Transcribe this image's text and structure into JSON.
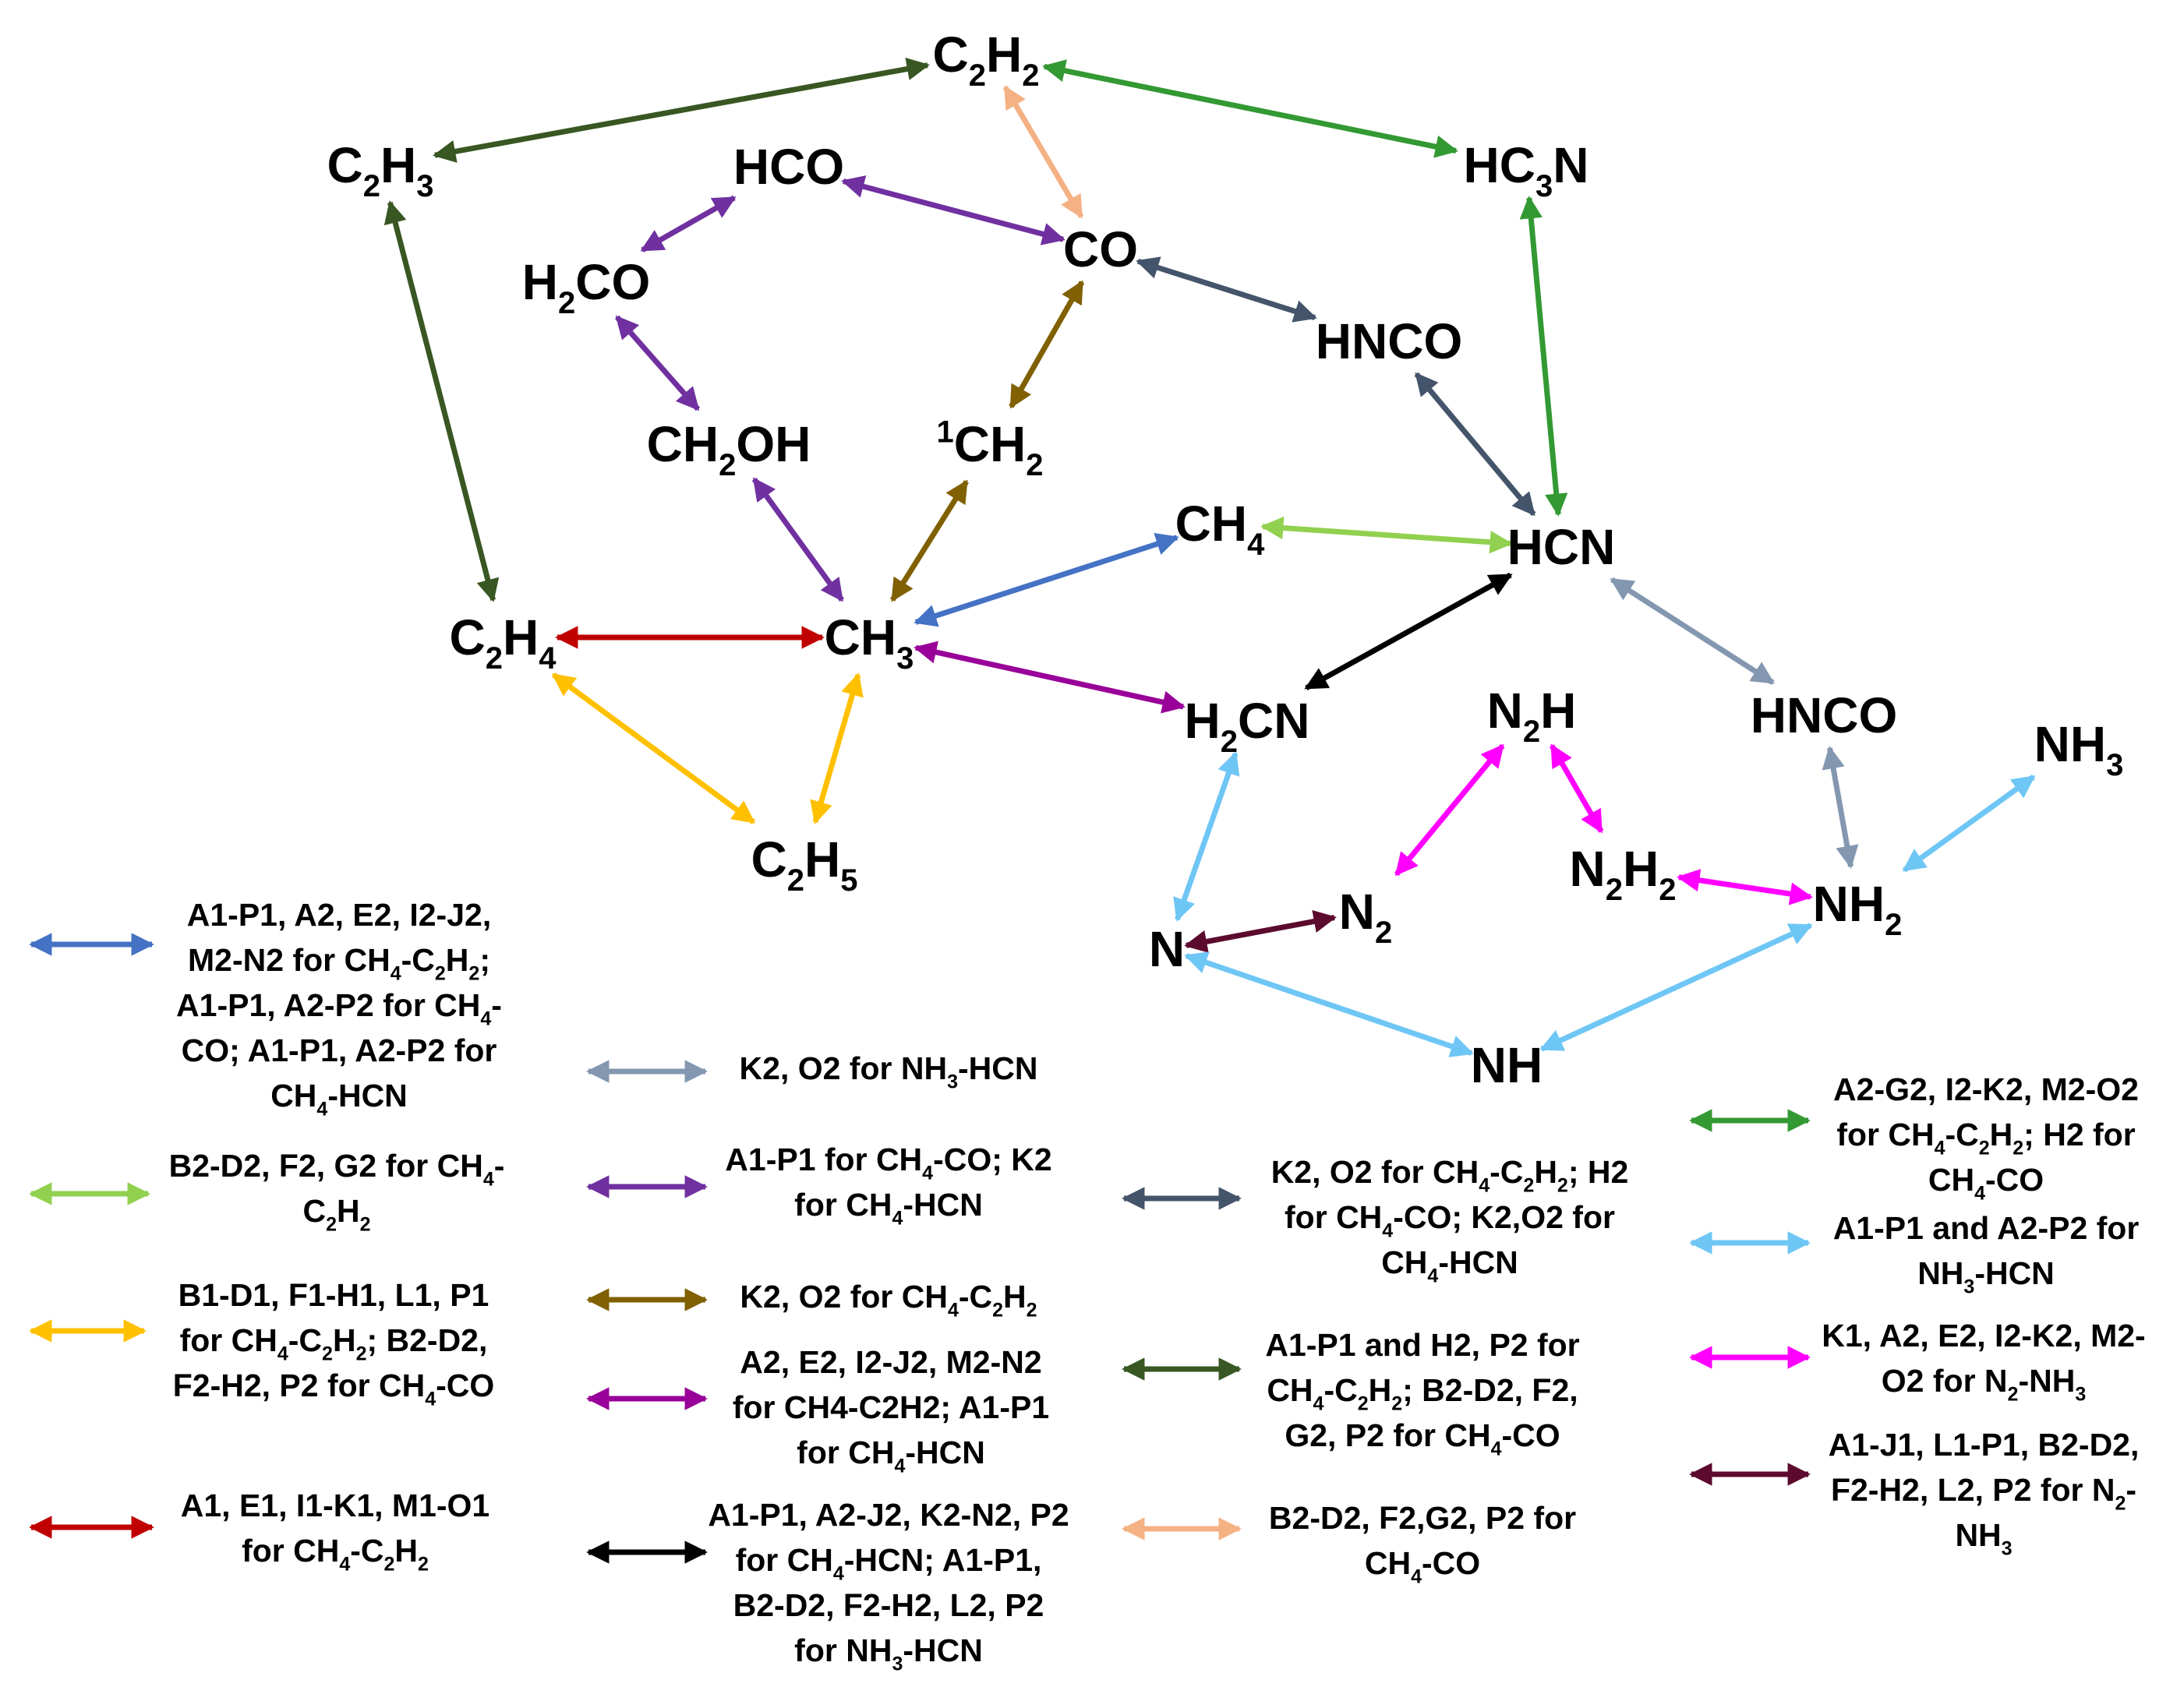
{
  "nodes": {
    "C2H2": "C<sub>2</sub>H<sub>2</sub>",
    "C2H3": "C<sub>2</sub>H<sub>3</sub>",
    "HCO": "HCO",
    "HC3N": "HC<sub>3</sub>N",
    "CO": "CO",
    "H2CO": "H<sub>2</sub>CO",
    "HNCO_top": "HNCO",
    "CH2OH": "CH<sub>2</sub>OH",
    "CH2_singlet": "<sup>1</sup>CH<sub>2</sub>",
    "CH4": "CH<sub>4</sub>",
    "HCN": "HCN",
    "C2H4": "C<sub>2</sub>H<sub>4</sub>",
    "CH3": "CH<sub>3</sub>",
    "H2CN": "H<sub>2</sub>CN",
    "N2H": "N<sub>2</sub>H",
    "HNCO_bottom": "HNCO",
    "NH3": "NH<sub>3</sub>",
    "C2H5": "C<sub>2</sub>H<sub>5</sub>",
    "N2H2": "N<sub>2</sub>H<sub>2</sub>",
    "N2": "N<sub>2</sub>",
    "NH2": "NH<sub>2</sub>",
    "N": "N",
    "NH": "NH"
  },
  "colors": {
    "blue": "#4472c4",
    "lightgreen": "#92d050",
    "yellow": "#ffc000",
    "red": "#c00000",
    "grayblue": "#8497b0",
    "purple": "#7030a0",
    "brown": "#806000",
    "magenta_purple": "#990099",
    "black": "#000000",
    "slate": "#44546a",
    "darkgreen": "#385723",
    "peach": "#f4b183",
    "green": "#339933",
    "skyblue": "#6ec6f5",
    "magenta": "#ff00ff",
    "maroon": "#5c0a2e"
  },
  "legend": [
    {
      "color": "blue",
      "lines": [
        "A1-P1, A2, E2, I2-J2,",
        "M2-N2 for CH<sub>4</sub>-C<sub>2</sub>H<sub>2</sub>;",
        "A1-P1, A2-P2 for CH<sub>4</sub>-",
        "CO; A1-P1, A2-P2 for",
        "CH<sub>4</sub>-HCN"
      ]
    },
    {
      "color": "lightgreen",
      "lines": [
        "B2-D2, F2, G2 for CH<sub>4</sub>-",
        "C<sub>2</sub>H<sub>2</sub>"
      ]
    },
    {
      "color": "yellow",
      "lines": [
        "B1-D1, F1-H1, L1, P1",
        "for CH<sub>4</sub>-C<sub>2</sub>H<sub>2</sub>; B2-D2,",
        "F2-H2, P2 for CH<sub>4</sub>-CO"
      ]
    },
    {
      "color": "red",
      "lines": [
        "A1, E1, I1-K1, M1-O1",
        "for CH<sub>4</sub>-C<sub>2</sub>H<sub>2</sub>"
      ]
    },
    {
      "color": "grayblue",
      "lines": [
        "K2, O2 for NH<sub>3</sub>-HCN"
      ]
    },
    {
      "color": "purple",
      "lines": [
        "A1-P1 for CH<sub>4</sub>-CO; K2",
        "for CH<sub>4</sub>-HCN"
      ]
    },
    {
      "color": "brown",
      "lines": [
        "K2, O2 for CH<sub>4</sub>-C<sub>2</sub>H<sub>2</sub>"
      ]
    },
    {
      "color": "magenta_purple",
      "lines": [
        "A2, E2, I2-J2, M2-N2",
        "for CH4-C2H2; A1-P1",
        "for CH<sub>4</sub>-HCN"
      ]
    },
    {
      "color": "black",
      "lines": [
        "A1-P1, A2-J2, K2-N2, P2",
        "for CH<sub>4</sub>-HCN; A1-P1,",
        "B2-D2, F2-H2, L2, P2",
        "for NH<sub>3</sub>-HCN"
      ]
    },
    {
      "color": "slate",
      "lines": [
        "K2, O2 for CH<sub>4</sub>-C<sub>2</sub>H<sub>2</sub>; H2",
        "for CH<sub>4</sub>-CO; K2,O2 for",
        "CH<sub>4</sub>-HCN"
      ]
    },
    {
      "color": "darkgreen",
      "lines": [
        "A1-P1 and H2, P2 for",
        "CH<sub>4</sub>-C<sub>2</sub>H<sub>2</sub>; B2-D2, F2,",
        "G2, P2 for CH<sub>4</sub>-CO"
      ]
    },
    {
      "color": "peach",
      "lines": [
        "B2-D2, F2,G2, P2 for",
        "CH<sub>4</sub>-CO"
      ]
    },
    {
      "color": "green",
      "lines": [
        "A2-G2, I2-K2, M2-O2",
        "for CH<sub>4</sub>-C<sub>2</sub>H<sub>2</sub>; H2 for",
        "CH<sub>4</sub>-CO"
      ]
    },
    {
      "color": "skyblue",
      "lines": [
        "A1-P1 and A2-P2 for",
        "NH<sub>3</sub>-HCN"
      ]
    },
    {
      "color": "magenta",
      "lines": [
        "K1, A2, E2, I2-K2, M2-",
        "O2 for N<sub>2</sub>-NH<sub>3</sub>"
      ]
    },
    {
      "color": "maroon",
      "lines": [
        "A1-J1, L1-P1, B2-D2,",
        "F2-H2, L2, P2 for N<sub>2</sub>-",
        "NH<sub>3</sub>"
      ]
    }
  ],
  "edges": [
    {
      "from": "C2H3",
      "to": "C2H2",
      "color": "darkgreen"
    },
    {
      "from": "C2H2",
      "to": "HC3N",
      "color": "green"
    },
    {
      "from": "C2H2",
      "to": "CO",
      "color": "peach"
    },
    {
      "from": "C2H3",
      "to": "C2H4",
      "color": "darkgreen"
    },
    {
      "from": "HCO",
      "to": "CO",
      "color": "purple"
    },
    {
      "from": "HCO",
      "to": "H2CO",
      "color": "purple"
    },
    {
      "from": "H2CO",
      "to": "CH2OH",
      "color": "purple"
    },
    {
      "from": "CH2OH",
      "to": "CH3",
      "color": "purple"
    },
    {
      "from": "CO",
      "to": "HNCO_top",
      "color": "slate"
    },
    {
      "from": "CO",
      "to": "CH2_singlet",
      "color": "brown"
    },
    {
      "from": "CH2_singlet",
      "to": "CH3",
      "color": "brown"
    },
    {
      "from": "HNCO_top",
      "to": "HCN",
      "color": "slate"
    },
    {
      "from": "HC3N",
      "to": "HCN",
      "color": "green"
    },
    {
      "from": "CH4",
      "to": "HCN",
      "color": "lightgreen"
    },
    {
      "from": "CH3",
      "to": "CH4",
      "color": "blue"
    },
    {
      "from": "C2H4",
      "to": "CH3",
      "color": "red"
    },
    {
      "from": "CH3",
      "to": "H2CN",
      "color": "magenta_purple"
    },
    {
      "from": "C2H4",
      "to": "C2H5",
      "color": "yellow"
    },
    {
      "from": "CH3",
      "to": "C2H5",
      "color": "yellow"
    },
    {
      "from": "HCN",
      "to": "H2CN",
      "color": "black"
    },
    {
      "from": "HCN",
      "to": "HNCO_bottom",
      "color": "grayblue"
    },
    {
      "from": "HNCO_bottom",
      "to": "NH2",
      "color": "grayblue"
    },
    {
      "from": "H2CN",
      "to": "N",
      "color": "skyblue"
    },
    {
      "from": "N",
      "to": "N2",
      "color": "maroon"
    },
    {
      "from": "N2H",
      "to": "N2",
      "color": "magenta"
    },
    {
      "from": "N2H",
      "to": "N2H2",
      "color": "magenta"
    },
    {
      "from": "N2H2",
      "to": "NH2",
      "color": "magenta"
    },
    {
      "from": "NH2",
      "to": "NH3",
      "color": "skyblue"
    },
    {
      "from": "N",
      "to": "NH",
      "color": "skyblue"
    },
    {
      "from": "NH",
      "to": "NH2",
      "color": "skyblue"
    }
  ]
}
